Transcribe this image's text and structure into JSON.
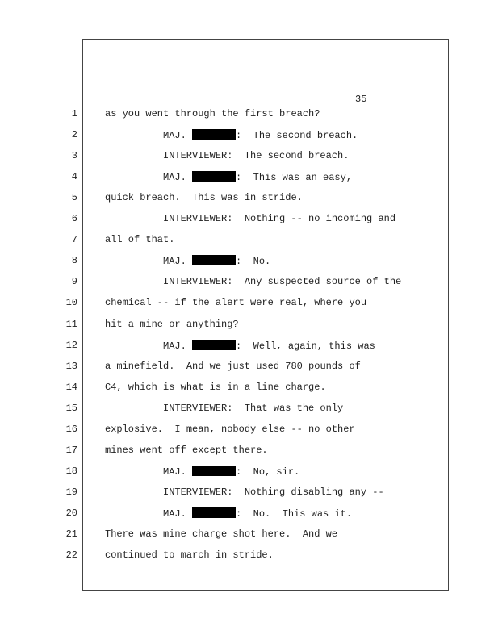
{
  "page_number": "35",
  "lines": [
    {
      "n": "1",
      "indent": false,
      "text": "as you went through the first breach?"
    },
    {
      "n": "2",
      "indent": true,
      "speaker": "MAJ.",
      "redacted": true,
      "text": ":  The second breach."
    },
    {
      "n": "3",
      "indent": true,
      "text": "INTERVIEWER:  The second breach."
    },
    {
      "n": "4",
      "indent": true,
      "speaker": "MAJ.",
      "redacted": true,
      "text": ":  This was an easy,"
    },
    {
      "n": "5",
      "indent": false,
      "text": "quick breach.  This was in stride."
    },
    {
      "n": "6",
      "indent": true,
      "text": "INTERVIEWER:  Nothing -- no incoming and"
    },
    {
      "n": "7",
      "indent": false,
      "text": "all of that."
    },
    {
      "n": "8",
      "indent": true,
      "speaker": "MAJ.",
      "redacted": true,
      "text": ":  No."
    },
    {
      "n": "9",
      "indent": true,
      "text": "INTERVIEWER:  Any suspected source of the"
    },
    {
      "n": "10",
      "indent": false,
      "text": "chemical -- if the alert were real, where you"
    },
    {
      "n": "11",
      "indent": false,
      "text": "hit a mine or anything?"
    },
    {
      "n": "12",
      "indent": true,
      "speaker": "MAJ.",
      "redacted": true,
      "text": ":  Well, again, this was"
    },
    {
      "n": "13",
      "indent": false,
      "text": "a minefield.  And we just used 780 pounds of"
    },
    {
      "n": "14",
      "indent": false,
      "text": "C4, which is what is in a line charge."
    },
    {
      "n": "15",
      "indent": true,
      "text": "INTERVIEWER:  That was the only"
    },
    {
      "n": "16",
      "indent": false,
      "text": "explosive.  I mean, nobody else -- no other"
    },
    {
      "n": "17",
      "indent": false,
      "text": "mines went off except there."
    },
    {
      "n": "18",
      "indent": true,
      "speaker": "MAJ.",
      "redacted": true,
      "text": ":  No, sir."
    },
    {
      "n": "19",
      "indent": true,
      "text": "INTERVIEWER:  Nothing disabling any --"
    },
    {
      "n": "20",
      "indent": true,
      "speaker": "MAJ.",
      "redacted": true,
      "text": ":  No.  This was it."
    },
    {
      "n": "21",
      "indent": false,
      "text": "There was mine charge shot here.  And we"
    },
    {
      "n": "22",
      "indent": false,
      "text": "continued to march in stride."
    }
  ]
}
